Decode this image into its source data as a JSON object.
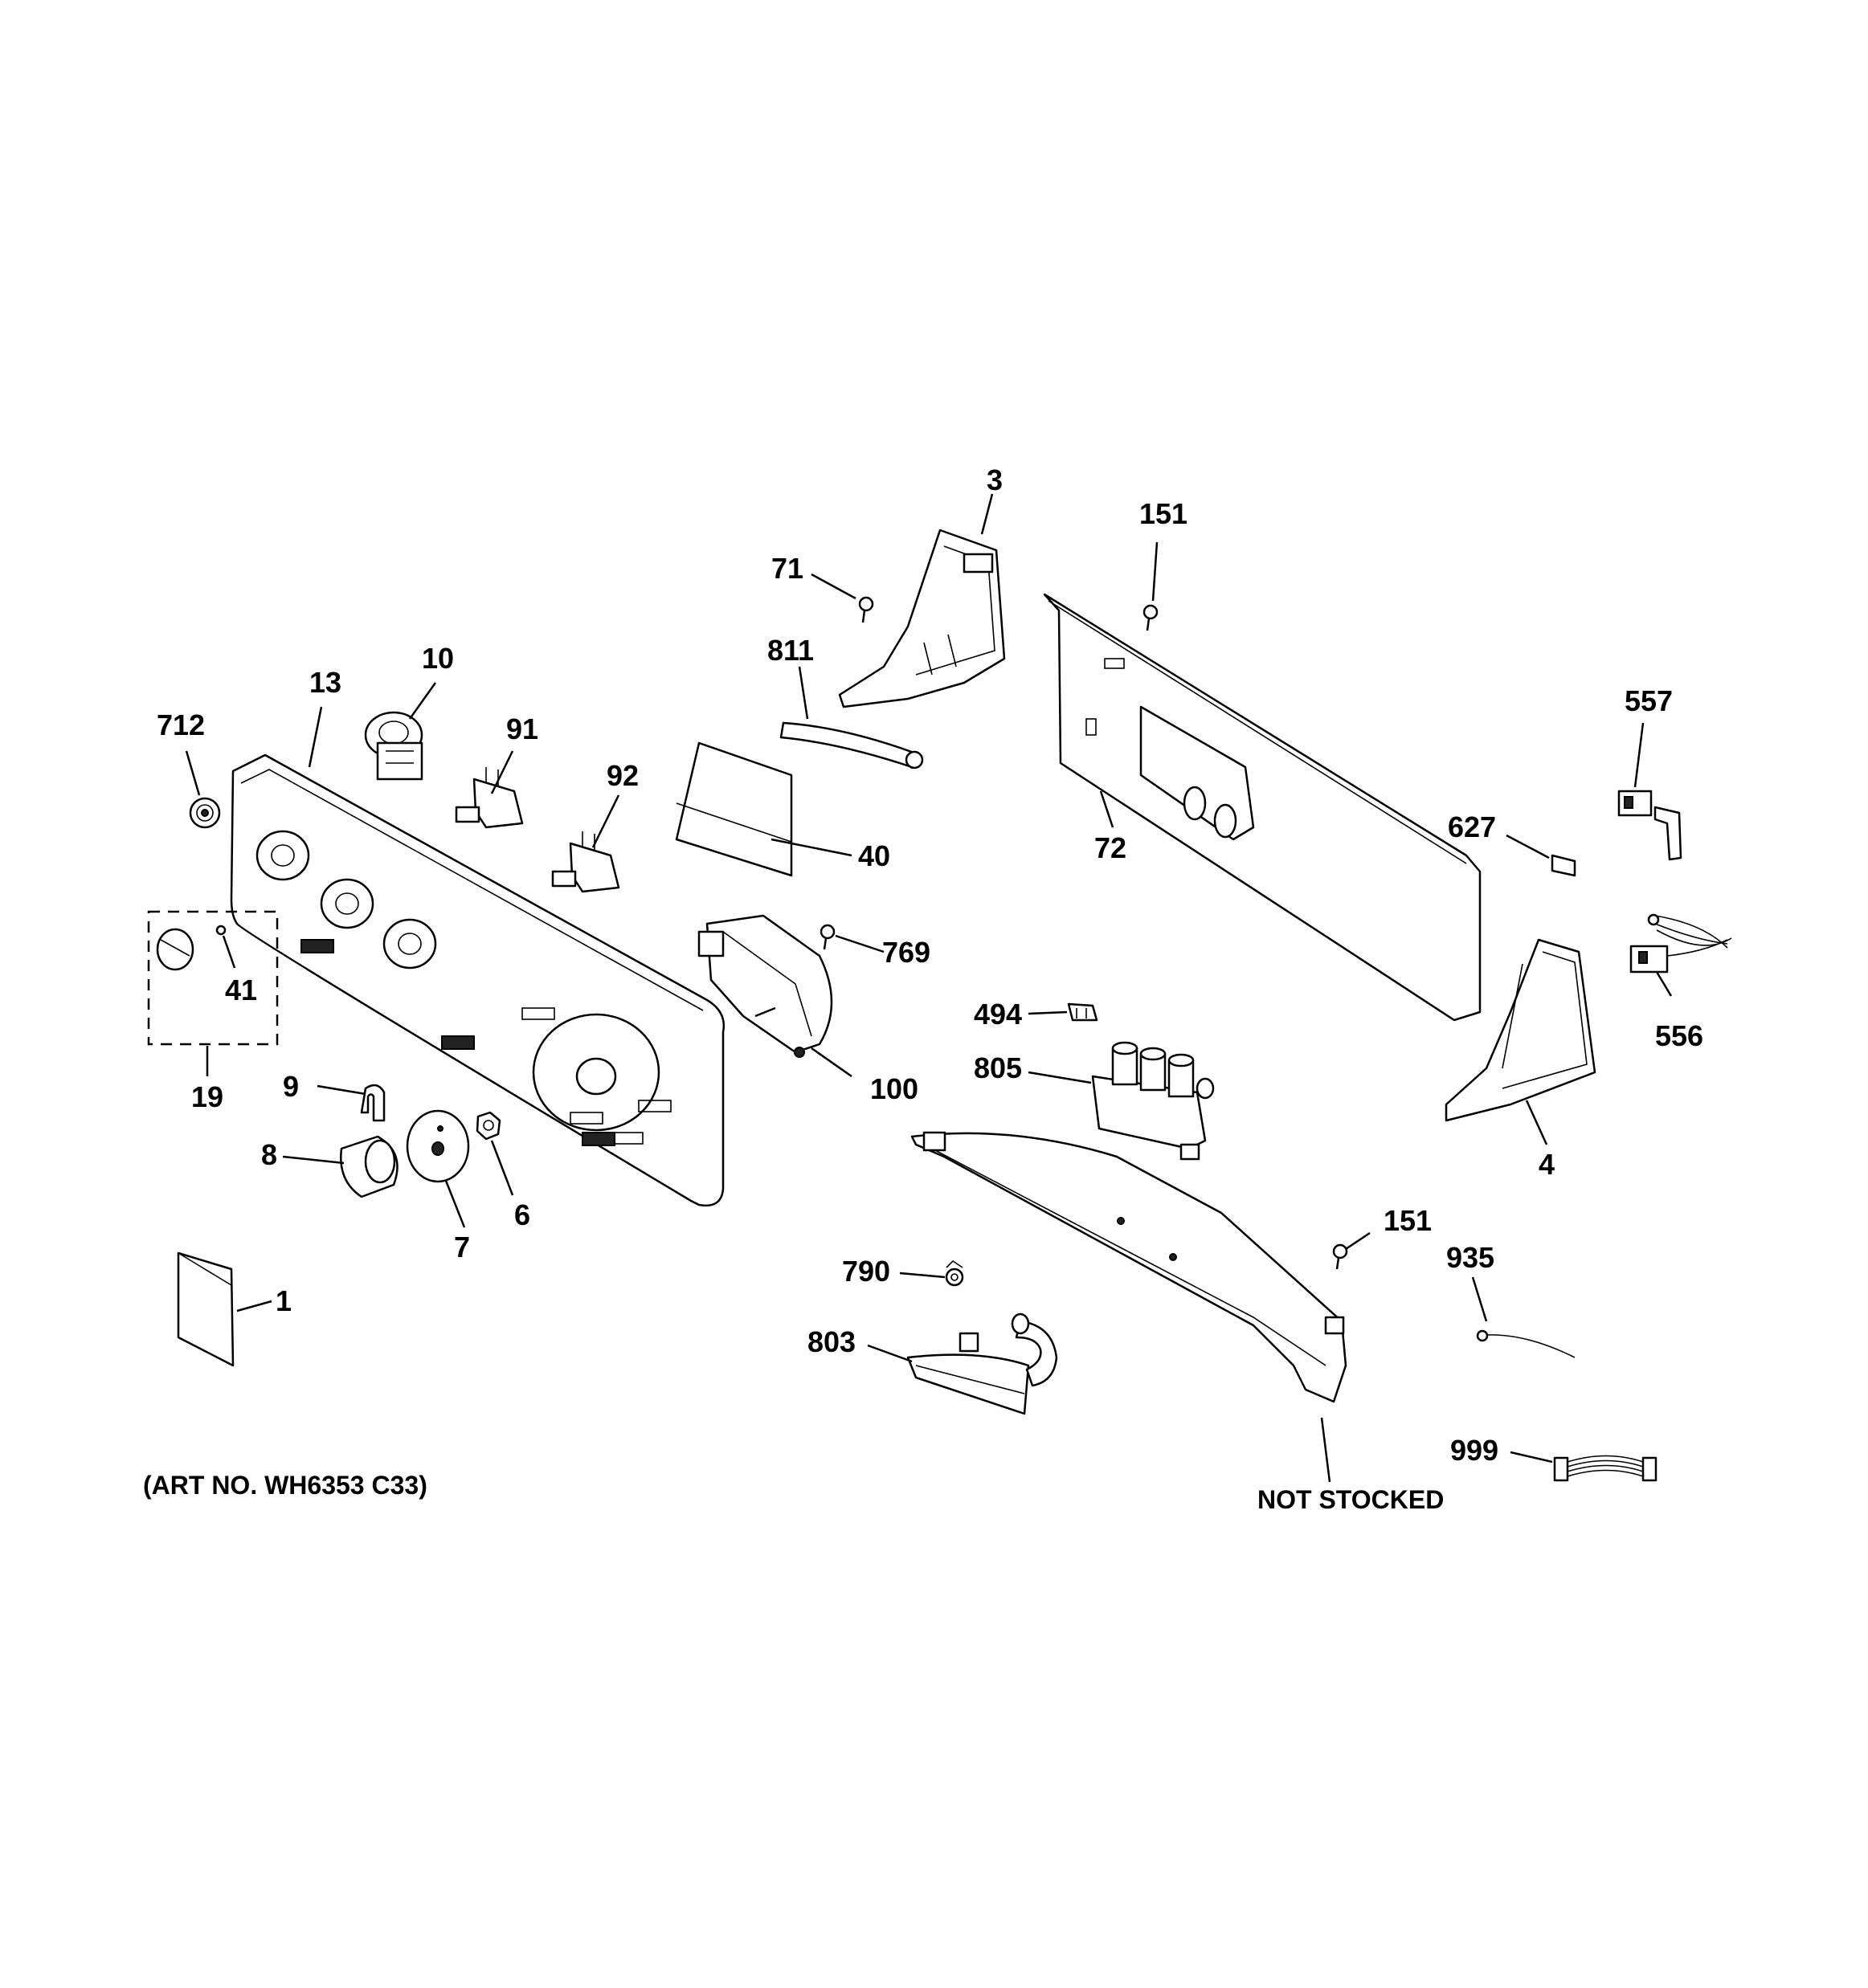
{
  "labels": {
    "p1": "1",
    "p3": "3",
    "p4": "4",
    "p6": "6",
    "p7": "7",
    "p8": "8",
    "p9": "9",
    "p10": "10",
    "p13": "13",
    "p19": "19",
    "p40": "40",
    "p41": "41",
    "p71": "71",
    "p72": "72",
    "p91": "91",
    "p92": "92",
    "p100": "100",
    "p151a": "151",
    "p151b": "151",
    "p494": "494",
    "p556": "556",
    "p557": "557",
    "p627": "627",
    "p712": "712",
    "p769": "769",
    "p790": "790",
    "p803": "803",
    "p805": "805",
    "p811": "811",
    "p935": "935",
    "p999": "999"
  },
  "notes": {
    "art_no": "(ART NO. WH6353 C33)",
    "not_stocked": "NOT STOCKED"
  }
}
